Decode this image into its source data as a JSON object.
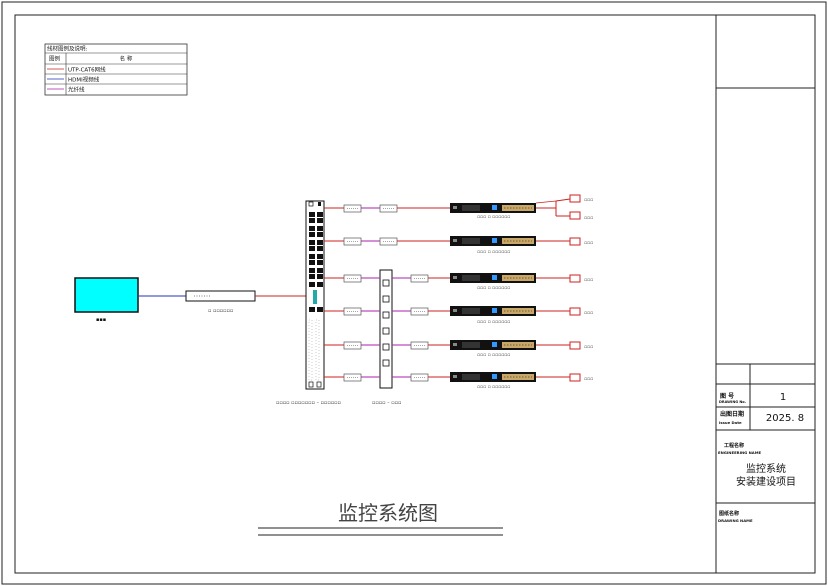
{
  "legend": {
    "header": "线材图例及说明:",
    "col_symbol": "图例",
    "col_name": "名  称",
    "items": [
      {
        "label": "UTP-CAT6网线",
        "color": "#cc2222"
      },
      {
        "label": "HDMI视频线",
        "color": "#2233bb"
      },
      {
        "label": "光纤线",
        "color": "#aa22aa"
      }
    ]
  },
  "diagram_title": "监控系统图",
  "title_block": {
    "page_label_cn": "图  号",
    "page_label_en": "DRAWING No.",
    "page_value": "1",
    "date_label_cn": "出图日期",
    "date_label_en": "Issue Date",
    "date_value": "2025. 8",
    "project_label_cn": "工程名称",
    "project_label_en": "ENGINEERING NAME",
    "project_name_line1": "监控系统",
    "project_name_line2": "安装建设项目",
    "drawing_name_label_cn": "图纸名称",
    "drawing_name_label_en": "DRAWING NAME"
  },
  "colors": {
    "network": "#cc2222",
    "hdmi": "#2233bb",
    "fiber": "#aa22aa",
    "monitor": "#00ffff"
  }
}
